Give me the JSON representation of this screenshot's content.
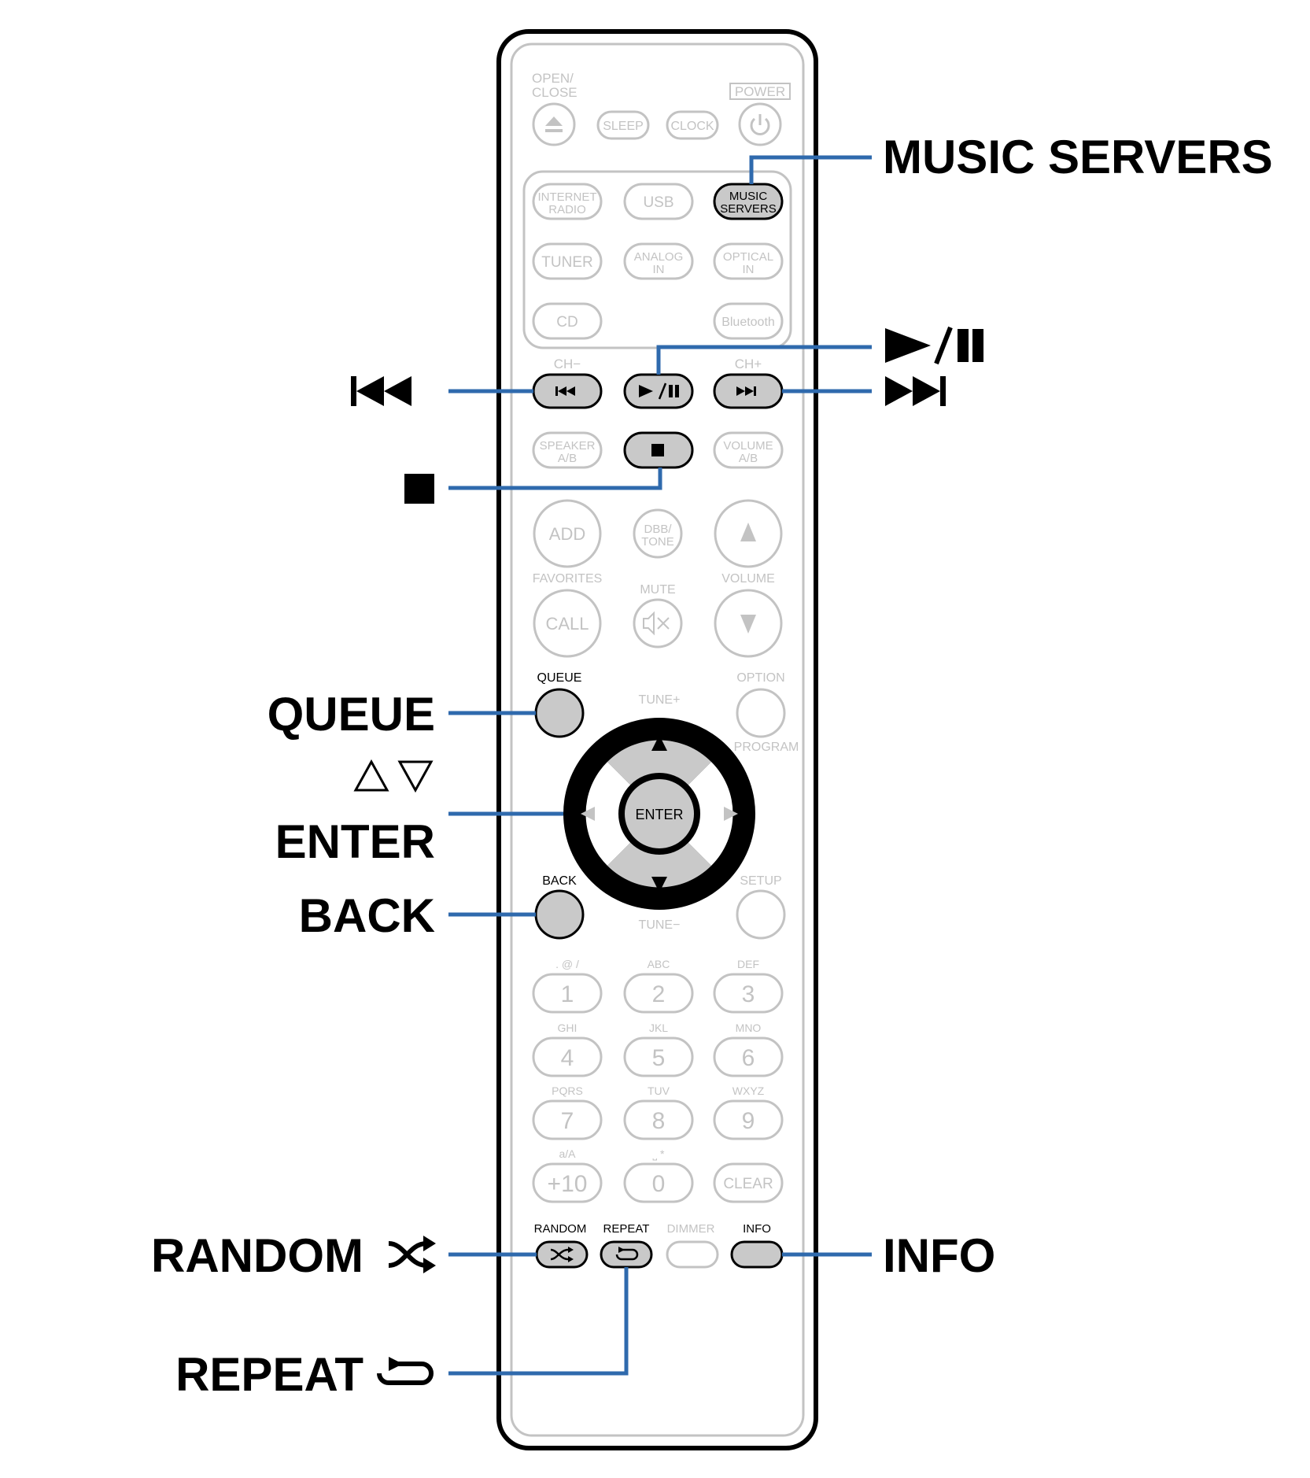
{
  "remote": {
    "open_close": [
      "OPEN/",
      "CLOSE"
    ],
    "power": "POWER",
    "sleep": "SLEEP",
    "clock": "CLOCK",
    "internet_radio": [
      "INTERNET",
      "RADIO"
    ],
    "usb": "USB",
    "music_servers": [
      "MUSIC",
      "SERVERS"
    ],
    "tuner": "TUNER",
    "analog_in": [
      "ANALOG",
      "IN"
    ],
    "optical_in": [
      "OPTICAL",
      "IN"
    ],
    "cd": "CD",
    "bluetooth": "Bluetooth",
    "ch_minus": "CH−",
    "ch_plus": "CH+",
    "speaker_ab": [
      "SPEAKER",
      "A/B"
    ],
    "volume_ab": [
      "VOLUME",
      "A/B"
    ],
    "add": "ADD",
    "dbb_tone": [
      "DBB/",
      "TONE"
    ],
    "favorites": "FAVORITES",
    "call": "CALL",
    "mute": "MUTE",
    "volume": "VOLUME",
    "queue": "QUEUE",
    "option": "OPTION",
    "tune_plus": "TUNE+",
    "program": "PROGRAM",
    "enter": "ENTER",
    "back": "BACK",
    "setup": "SETUP",
    "tune_minus": "TUNE−",
    "keypad": [
      {
        "sub": ". @ /",
        "num": "1"
      },
      {
        "sub": "ABC",
        "num": "2"
      },
      {
        "sub": "DEF",
        "num": "3"
      },
      {
        "sub": "GHI",
        "num": "4"
      },
      {
        "sub": "JKL",
        "num": "5"
      },
      {
        "sub": "MNO",
        "num": "6"
      },
      {
        "sub": "PQRS",
        "num": "7"
      },
      {
        "sub": "TUV",
        "num": "8"
      },
      {
        "sub": "WXYZ",
        "num": "9"
      },
      {
        "sub": "a/A",
        "num": "+10"
      },
      {
        "sub": "⎵ *",
        "num": "0"
      },
      {
        "sub": "",
        "num": "CLEAR"
      }
    ],
    "random": "RANDOM",
    "repeat": "REPEAT",
    "dimmer": "DIMMER",
    "info": "INFO"
  },
  "callouts": {
    "music_servers": "MUSIC SERVERS",
    "queue": "QUEUE",
    "enter": "ENTER",
    "back": "BACK",
    "random": "RANDOM",
    "repeat": "REPEAT",
    "info": "INFO"
  },
  "colors": {
    "leader_line": "#2f6aad",
    "highlight_button": "#c9c9c9",
    "dim_outline": "#c3c3c3"
  }
}
